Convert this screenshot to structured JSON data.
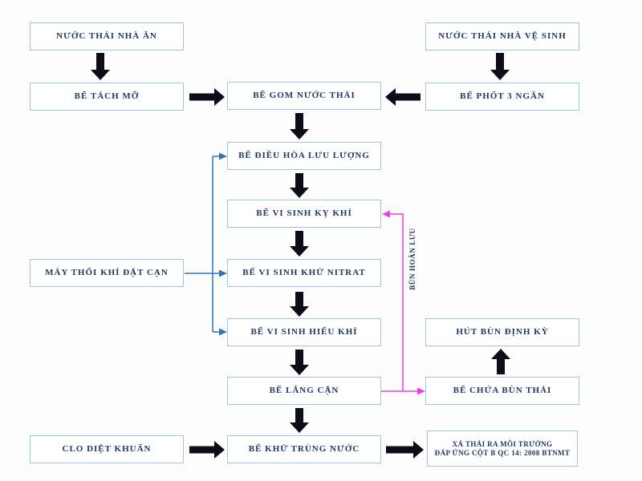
{
  "diagram": {
    "title": "So do cong nghe xu ly nuoc thai (wastewater treatment flow diagram)",
    "nodes": {
      "kitchen_wastewater": {
        "label": "NƯỚC THẢI NHÀ ĂN"
      },
      "toilet_wastewater": {
        "label": "NƯỚC THẢI NHÀ VỆ SINH"
      },
      "grease_tank": {
        "label": "BỂ TÁCH MỠ"
      },
      "collection_tank": {
        "label": "BỂ GOM NƯỚC THẢI"
      },
      "septic_tank": {
        "label": "BỂ PHỐT 3 NGĂN"
      },
      "equalization_tank": {
        "label": "BỂ ĐIỀU HÒA LƯU LƯỢNG"
      },
      "anaerobic_tank": {
        "label": "BỂ VI SINH KỴ KHÍ"
      },
      "air_blower": {
        "label": "MÁY THỔI KHÍ ĐẶT CẠN"
      },
      "denitrification_tank": {
        "label": "BỂ VI SINH KHỬ NITRAT"
      },
      "aerobic_tank": {
        "label": "BỂ VI SINH HIẾU KHÍ"
      },
      "sludge_suction": {
        "label": "HÚT BÙN ĐỊNH KỲ"
      },
      "sedimentation_tank": {
        "label": "BỂ LẮNG CẶN"
      },
      "sludge_tank": {
        "label": "BỂ CHỨA BÙN THẢI"
      },
      "chlorine": {
        "label": "CLO DIỆT KHUẨN"
      },
      "disinfection_tank": {
        "label": "BỂ KHỬ TRÙNG NƯỚC"
      },
      "outfall": {
        "line1": "XẢ THẢI RA MÔI TRƯỜNG",
        "line2": "ĐÁP ỨNG CỘT B QC 14: 2008 BTNMT"
      }
    },
    "edge_labels": {
      "sludge_recirculation": "BÙN HOÀN LƯU"
    },
    "colors": {
      "box_border": "#9DC3E6",
      "box_text": "#1F3864",
      "flow_arrow": "#0D0D1A",
      "air_line": "#2E74B6",
      "sludge_line": "#EE3CEE"
    }
  }
}
